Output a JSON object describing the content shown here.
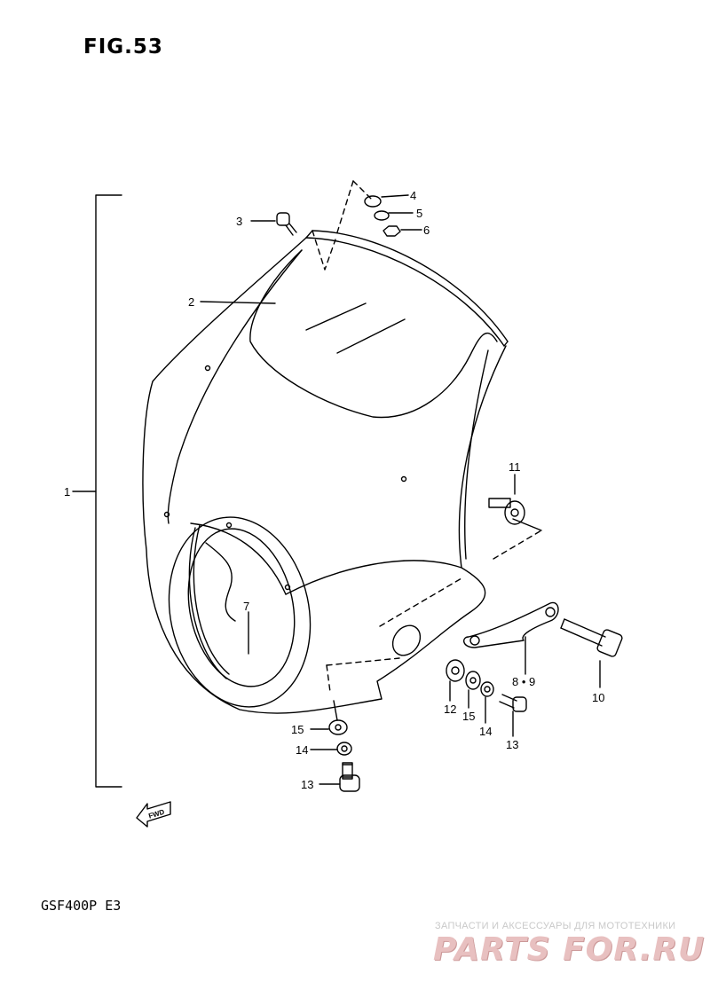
{
  "figure": {
    "title": "FIG.53",
    "model_code": "GSF400P  E3"
  },
  "callouts": [
    {
      "id": "c1",
      "label": "1"
    },
    {
      "id": "c2",
      "label": "2"
    },
    {
      "id": "c3",
      "label": "3"
    },
    {
      "id": "c4",
      "label": "4"
    },
    {
      "id": "c5",
      "label": "5"
    },
    {
      "id": "c6",
      "label": "6"
    },
    {
      "id": "c7",
      "label": "7"
    },
    {
      "id": "c89",
      "label": "8 • 9"
    },
    {
      "id": "c10",
      "label": "10"
    },
    {
      "id": "c11",
      "label": "11"
    },
    {
      "id": "c12",
      "label": "12"
    },
    {
      "id": "c15a",
      "label": "15"
    },
    {
      "id": "c14a",
      "label": "14"
    },
    {
      "id": "c13a",
      "label": "13"
    },
    {
      "id": "c15b",
      "label": "15"
    },
    {
      "id": "c14b",
      "label": "14"
    },
    {
      "id": "c13b",
      "label": "13"
    }
  ],
  "fwd_arrow": {
    "label": "FWD"
  },
  "watermark": {
    "line1": "ЗАПЧАСТИ И АКСЕССУАРЫ ДЛЯ МОТОТЕХНИКИ",
    "line2": "PARTS FOR.RU"
  }
}
